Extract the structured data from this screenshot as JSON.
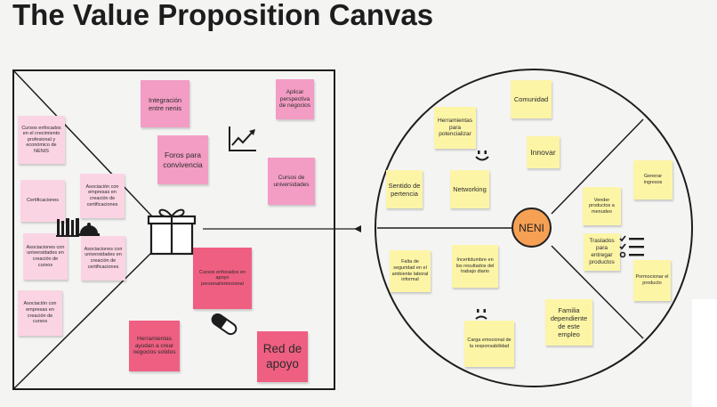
{
  "title": "The Value Proposition Canvas",
  "colors": {
    "background": "#f4f4f3",
    "pink_light": "#fbd4e3",
    "pink": "#f39dc4",
    "red": "#ef5f82",
    "yellow": "#fdf5a6",
    "orange": "#f6a054"
  },
  "value_map": {
    "notes": {
      "cursos_crecimiento": "Cursos enfocados en el crecimiento profesional y económico de NENIS",
      "certificaciones": "Certificaciones",
      "asociacion_empresas_1": "Asociación con empresas en creación de certificaciones",
      "asociaciones_universidades_1": "Asociaciones con universidades en creación de cursos",
      "asociaciones_universidades_2": "Asociaciones con universidades en creación de certificaciones",
      "asociacion_empresas_2": "Asociación con empresas en creación de cursos",
      "integracion": "Integración entre nenis",
      "aplicar_perspectiva": "Aplicar perspectiva de negocios",
      "foros": "Foros para convivencia",
      "cursos_universidades": "Cursos de universidades",
      "cursos_apoyo": "Cursos enfocados en apoyo personal/emocional",
      "herramientas_negocios": "Herramientas ayudan a crear negocios solidos",
      "red_apoyo": "Red de apoyo"
    },
    "icons": [
      "gift-icon",
      "chart-up-icon",
      "pill-icon",
      "product-shelf-icon"
    ]
  },
  "customer_profile": {
    "segment": "NENI",
    "notes": {
      "comunidad": "Comunidad",
      "herramientas_potencializar": "Herramientas para potencializar",
      "innovar": "Innovar",
      "sentido_pertencia": "Sentido de pertencia",
      "networking": "Networking",
      "generar_ingresos": "Generar ingresos",
      "vender_productos": "Vender productos a menudeo",
      "traslados": "Traslados para entregar productos",
      "promocionar": "Pormocionar el producto",
      "falta_seguridad": "Falta de seguridad en el ambiente laboral informal",
      "incertidumbre": "Incertidumbre en los resultados del trabajo diario",
      "familia": "Familia dependiente de este empleo",
      "carga_emocional": "Carga emocional de la responsabilidad"
    },
    "icons": [
      "smile-icon",
      "frown-icon",
      "checklist-icon"
    ]
  }
}
